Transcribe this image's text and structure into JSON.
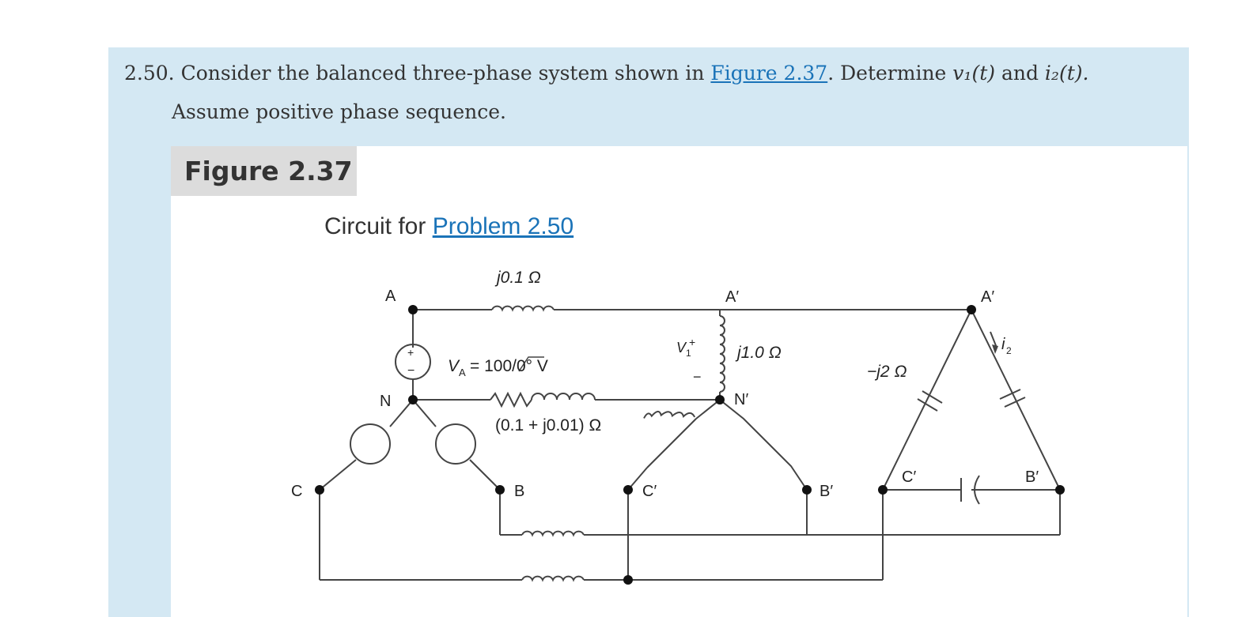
{
  "problem": {
    "number": "2.50.",
    "text_a": "Consider the balanced three-phase system shown in",
    "fig_link": "Figure 2.37",
    "text_b": ". Determine",
    "v1": "v₁(t)",
    "and": "and",
    "i2": "i₂(t).",
    "line2": "Assume positive phase sequence."
  },
  "figure": {
    "label": "Figure 2.37",
    "caption_prefix": "Circuit for",
    "caption_link": "Problem 2.50"
  },
  "circuit": {
    "node_A": "A",
    "node_N": "N",
    "node_C": "C",
    "node_B": "B",
    "node_Cp": "C′",
    "node_Ap": "A′",
    "node_Np": "N′",
    "node_Bp": "B′",
    "node_Ap2": "A′",
    "node_Cp2": "C′",
    "node_Bp2": "B′",
    "line_impedance": "j0.1 Ω",
    "source_label": "V",
    "source_sub": "A",
    "source_value": "= 100/0° V",
    "neutral_impedance": "(0.1 + j0.01) Ω",
    "load_impedance": "j1.0 Ω",
    "v1_label": "V",
    "v1_sub": "1",
    "plus": "+",
    "minus": "−",
    "cap_impedance": "−j2 Ω",
    "i2_label": "i",
    "i2_sub": "2"
  }
}
